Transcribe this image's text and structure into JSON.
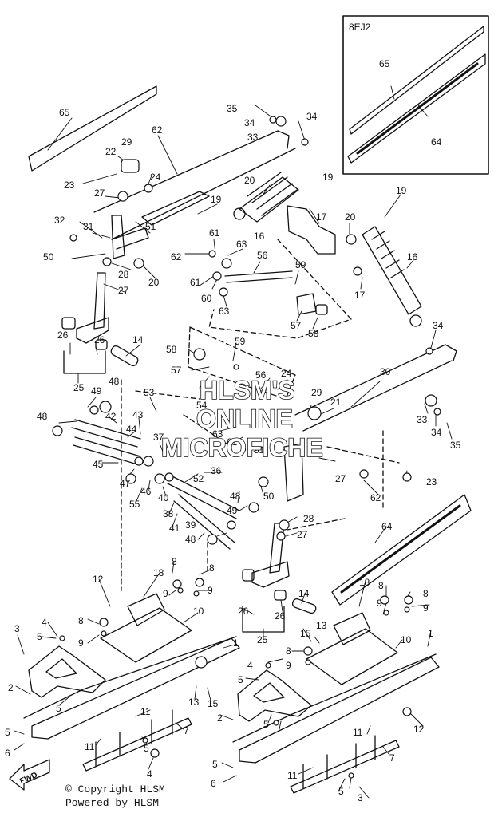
{
  "inset_label": "8EJ2",
  "callouts": [
    {
      "id": "c65a",
      "text": "65"
    },
    {
      "id": "c62a",
      "text": "62"
    },
    {
      "id": "c35a",
      "text": "35"
    },
    {
      "id": "c34a",
      "text": "34"
    },
    {
      "id": "c33a",
      "text": "33"
    },
    {
      "id": "c34b",
      "text": "34"
    },
    {
      "id": "c29a",
      "text": "29"
    },
    {
      "id": "c22",
      "text": "22"
    },
    {
      "id": "c24a",
      "text": "24"
    },
    {
      "id": "c23a",
      "text": "23"
    },
    {
      "id": "c27a",
      "text": "27"
    },
    {
      "id": "c20a",
      "text": "20"
    },
    {
      "id": "c19a",
      "text": "19"
    },
    {
      "id": "c19b",
      "text": "19"
    },
    {
      "id": "c32",
      "text": "32"
    },
    {
      "id": "c31",
      "text": "31"
    },
    {
      "id": "c51a",
      "text": "51"
    },
    {
      "id": "c16a",
      "text": "16"
    },
    {
      "id": "c17a",
      "text": "17"
    },
    {
      "id": "c61a",
      "text": "61"
    },
    {
      "id": "c50a",
      "text": "50"
    },
    {
      "id": "c28a",
      "text": "28"
    },
    {
      "id": "c20b",
      "text": "20"
    },
    {
      "id": "c62b",
      "text": "62"
    },
    {
      "id": "c63a",
      "text": "63"
    },
    {
      "id": "c61b",
      "text": "61"
    },
    {
      "id": "c56a",
      "text": "56"
    },
    {
      "id": "c59a",
      "text": "59"
    },
    {
      "id": "c27b",
      "text": "27"
    },
    {
      "id": "c60a",
      "text": "60"
    },
    {
      "id": "c63b",
      "text": "63"
    },
    {
      "id": "c57a",
      "text": "57"
    },
    {
      "id": "c58a",
      "text": "58"
    },
    {
      "id": "c65b",
      "text": "65"
    },
    {
      "id": "c64a",
      "text": "64"
    },
    {
      "id": "c19c",
      "text": "19"
    },
    {
      "id": "c20c",
      "text": "20"
    },
    {
      "id": "c16b",
      "text": "16"
    },
    {
      "id": "c17b",
      "text": "17"
    },
    {
      "id": "c34c",
      "text": "34"
    },
    {
      "id": "c26a",
      "text": "26"
    },
    {
      "id": "c26b",
      "text": "26"
    },
    {
      "id": "c25a",
      "text": "25"
    },
    {
      "id": "c14a",
      "text": "14"
    },
    {
      "id": "c58b",
      "text": "58"
    },
    {
      "id": "c59b",
      "text": "59"
    },
    {
      "id": "c57b",
      "text": "57"
    },
    {
      "id": "c56b",
      "text": "56"
    },
    {
      "id": "c24b",
      "text": "24"
    },
    {
      "id": "c30",
      "text": "30"
    },
    {
      "id": "c48a",
      "text": "48"
    },
    {
      "id": "c49a",
      "text": "49"
    },
    {
      "id": "c53",
      "text": "53"
    },
    {
      "id": "c42",
      "text": "42"
    },
    {
      "id": "c48b",
      "text": "48"
    },
    {
      "id": "c43",
      "text": "43"
    },
    {
      "id": "c44",
      "text": "44"
    },
    {
      "id": "c37",
      "text": "37"
    },
    {
      "id": "c29b",
      "text": "29"
    },
    {
      "id": "c21",
      "text": "21"
    },
    {
      "id": "c33b",
      "text": "33"
    },
    {
      "id": "c34d",
      "text": "34"
    },
    {
      "id": "c35b",
      "text": "35"
    },
    {
      "id": "c54",
      "text": "54"
    },
    {
      "id": "c63c",
      "text": "63"
    },
    {
      "id": "c61c",
      "text": "61"
    },
    {
      "id": "c60b",
      "text": "60"
    },
    {
      "id": "c51b",
      "text": "51"
    },
    {
      "id": "c45",
      "text": "45"
    },
    {
      "id": "c47",
      "text": "47"
    },
    {
      "id": "c52",
      "text": "52"
    },
    {
      "id": "c46",
      "text": "46"
    },
    {
      "id": "c40",
      "text": "40"
    },
    {
      "id": "c36",
      "text": "36"
    },
    {
      "id": "c27c",
      "text": "27"
    },
    {
      "id": "c23b",
      "text": "23"
    },
    {
      "id": "c50b",
      "text": "50"
    },
    {
      "id": "c62c",
      "text": "62"
    },
    {
      "id": "c55",
      "text": "55"
    },
    {
      "id": "c38",
      "text": "38"
    },
    {
      "id": "c48c",
      "text": "48"
    },
    {
      "id": "c49b",
      "text": "49"
    },
    {
      "id": "c28b",
      "text": "28"
    },
    {
      "id": "c27d",
      "text": "27"
    },
    {
      "id": "c41",
      "text": "41"
    },
    {
      "id": "c39",
      "text": "39"
    },
    {
      "id": "c48d",
      "text": "48"
    },
    {
      "id": "c64b",
      "text": "64"
    },
    {
      "id": "c12a",
      "text": "12"
    },
    {
      "id": "c18a",
      "text": "18"
    },
    {
      "id": "c8a",
      "text": "8"
    },
    {
      "id": "c8b",
      "text": "8"
    },
    {
      "id": "c9a",
      "text": "9"
    },
    {
      "id": "c9b",
      "text": "9"
    },
    {
      "id": "c10a",
      "text": "10"
    },
    {
      "id": "c4a",
      "text": "4"
    },
    {
      "id": "c5a",
      "text": "5"
    },
    {
      "id": "c8c",
      "text": "8"
    },
    {
      "id": "c9c",
      "text": "9"
    },
    {
      "id": "c3a",
      "text": "3"
    },
    {
      "id": "c1a",
      "text": "1"
    },
    {
      "id": "c2a",
      "text": "2"
    },
    {
      "id": "c5b",
      "text": "5"
    },
    {
      "id": "c13a",
      "text": "13"
    },
    {
      "id": "c15a",
      "text": "15"
    },
    {
      "id": "c11a",
      "text": "11"
    },
    {
      "id": "c7a",
      "text": "7"
    },
    {
      "id": "c5c",
      "text": "5"
    },
    {
      "id": "c6a",
      "text": "6"
    },
    {
      "id": "c11b",
      "text": "11"
    },
    {
      "id": "c5d",
      "text": "5"
    },
    {
      "id": "c4b",
      "text": "4"
    },
    {
      "id": "c26c",
      "text": "26"
    },
    {
      "id": "c26d",
      "text": "26"
    },
    {
      "id": "c14b",
      "text": "14"
    },
    {
      "id": "c25b",
      "text": "25"
    },
    {
      "id": "c18b",
      "text": "18"
    },
    {
      "id": "c8d",
      "text": "8"
    },
    {
      "id": "c8e",
      "text": "8"
    },
    {
      "id": "c9d",
      "text": "9"
    },
    {
      "id": "c9e",
      "text": "9"
    },
    {
      "id": "c13b",
      "text": "13"
    },
    {
      "id": "c15b",
      "text": "15"
    },
    {
      "id": "c10b",
      "text": "10"
    },
    {
      "id": "c1b",
      "text": "1"
    },
    {
      "id": "c8f",
      "text": "8"
    },
    {
      "id": "c9f",
      "text": "9"
    },
    {
      "id": "c4c",
      "text": "4"
    },
    {
      "id": "c5e",
      "text": "5"
    },
    {
      "id": "c2b",
      "text": "2"
    },
    {
      "id": "c5f",
      "text": "5"
    },
    {
      "id": "c12b",
      "text": "12"
    },
    {
      "id": "c11c",
      "text": "11"
    },
    {
      "id": "c7b",
      "text": "7"
    },
    {
      "id": "c5g",
      "text": "5"
    },
    {
      "id": "c6b",
      "text": "6"
    },
    {
      "id": "c11d",
      "text": "11"
    },
    {
      "id": "c5h",
      "text": "5"
    },
    {
      "id": "c3b",
      "text": "3"
    }
  ],
  "watermark_lines": [
    "HLSM'S",
    "ONLINE",
    "MICROFICHE"
  ],
  "direction_label": "FWD",
  "copyright": "© Copyright HLSM",
  "powered_by": "Powered by HLSM"
}
